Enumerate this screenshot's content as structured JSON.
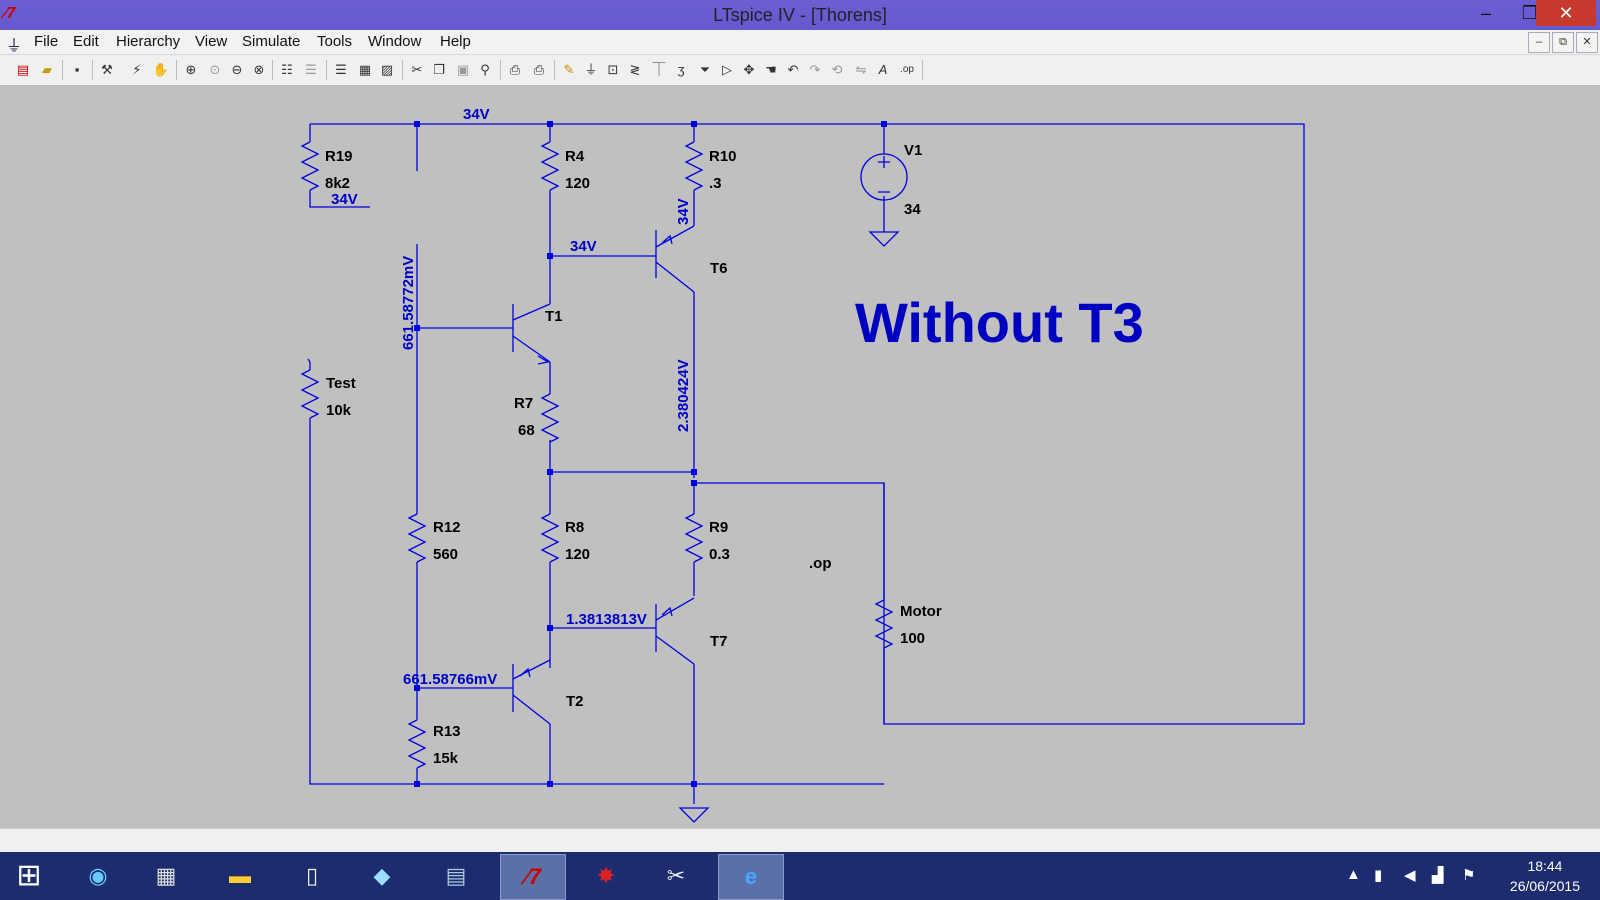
{
  "window": {
    "title": "LTspice IV - [Thorens]",
    "minimize": "–",
    "maximize": "❐",
    "close": "✕",
    "mdi_min": "–",
    "mdi_restore": "⧉",
    "mdi_close": "✕"
  },
  "menu": [
    "File",
    "Edit",
    "Hierarchy",
    "View",
    "Simulate",
    "Tools",
    "Window",
    "Help"
  ],
  "schematic": {
    "annotation": "Without T3",
    "directive": ".op",
    "components": [
      {
        "ref": "R19",
        "value": "8k2"
      },
      {
        "ref": "R4",
        "value": "120"
      },
      {
        "ref": "R10",
        "value": ".3"
      },
      {
        "ref": "V1",
        "value": "34"
      },
      {
        "ref": "T6"
      },
      {
        "ref": "T1"
      },
      {
        "ref": "R7",
        "value": "68"
      },
      {
        "ref": "Test",
        "value": "10k"
      },
      {
        "ref": "R12",
        "value": "560"
      },
      {
        "ref": "R8",
        "value": "120"
      },
      {
        "ref": "R9",
        "value": "0.3"
      },
      {
        "ref": "Motor",
        "value": "100"
      },
      {
        "ref": "T7"
      },
      {
        "ref": "T2"
      },
      {
        "ref": "R13",
        "value": "15k"
      }
    ],
    "voltages": [
      "34V",
      "34V",
      "34V",
      "34V",
      "661.58772mV",
      "2.380424V",
      "1.3813813V",
      "661.58766mV"
    ],
    "colors": {
      "wire": "#0000e0",
      "label": "#000000",
      "annotation": "#0000c0",
      "background": "#c0c0c0"
    }
  },
  "taskbar": {
    "time": "18:44",
    "date": "26/06/2015"
  }
}
